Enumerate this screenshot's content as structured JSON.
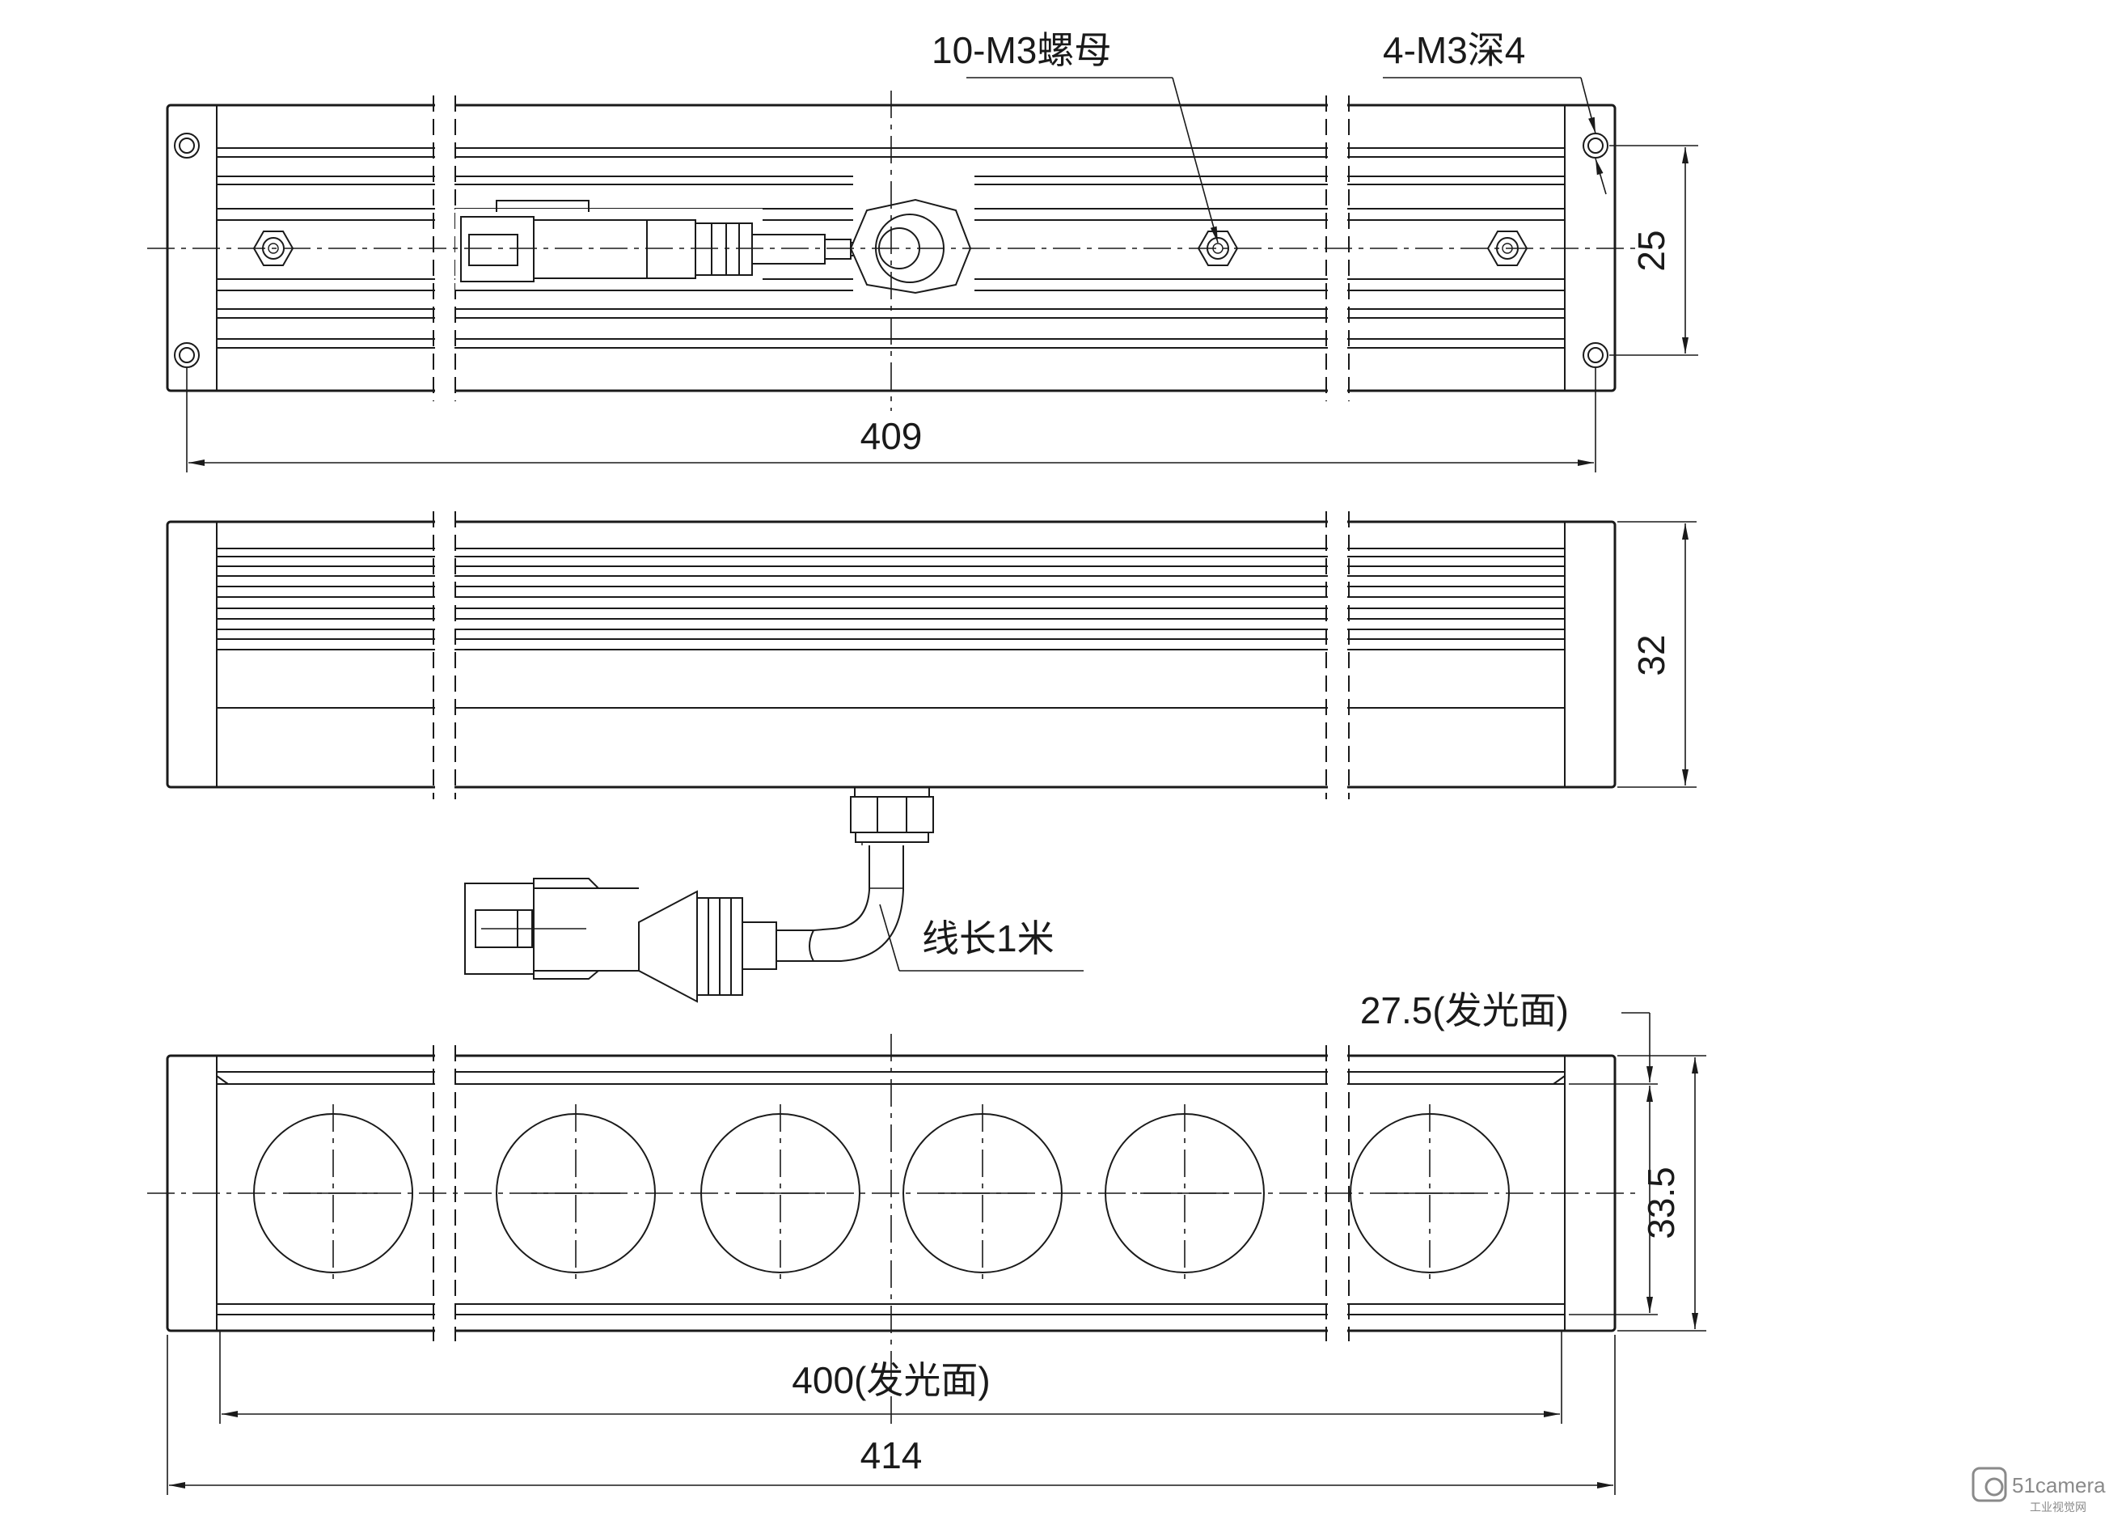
{
  "top_view": {
    "dimensions": {
      "length": "409",
      "width": "25"
    },
    "labels": {
      "nut_callout": "10-M3螺母",
      "hole_callout": "4-M3深4"
    }
  },
  "side_view": {
    "dimensions": {
      "height": "32"
    },
    "labels": {
      "cable_callout": "线长1米"
    }
  },
  "front_view": {
    "dimensions": {
      "total_length": "414",
      "emitting_length": "400(发光面)",
      "height": "33.5",
      "emitting_height": "27.5(发光面)"
    },
    "led_count": 6
  },
  "watermark": {
    "logo": "51camera",
    "subtext": "工业视觉网"
  }
}
